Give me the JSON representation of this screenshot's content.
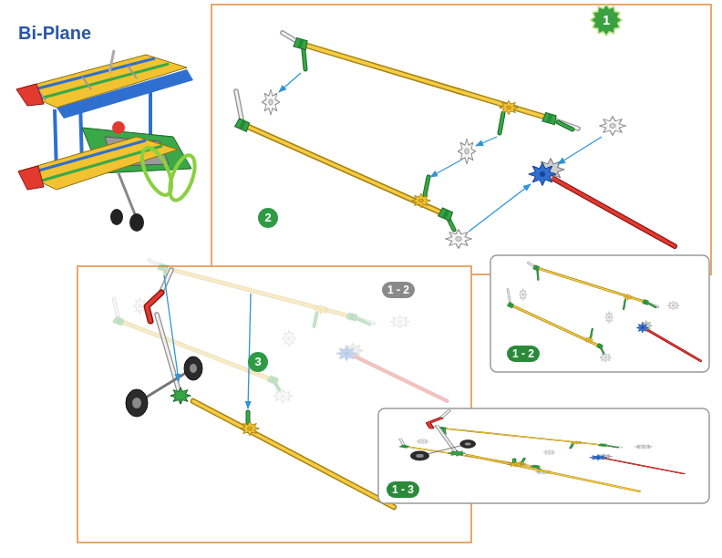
{
  "diagram": {
    "title": "Bi-Plane",
    "labels": [
      "1",
      "2",
      "1 - 2",
      "1 - 2",
      "3",
      "1 - 3"
    ]
  }
}
